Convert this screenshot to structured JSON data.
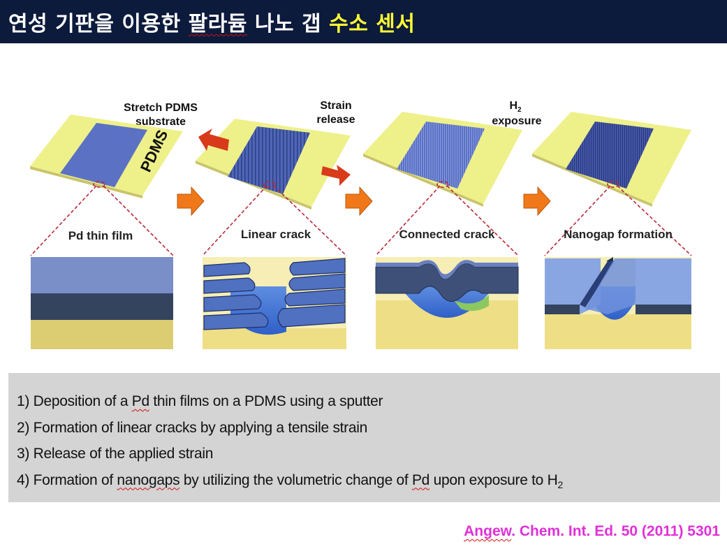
{
  "header": {
    "title_part1": "연성 기판을 이용한 ",
    "title_wavy": "팔라듐",
    "title_part2": " 나노 갭 ",
    "title_highlight": "수소 센서",
    "background": "#0c1a3c",
    "highlight_color": "#ffff33"
  },
  "figure": {
    "labels": {
      "stretch": [
        "Stretch PDMS",
        "substrate"
      ],
      "release": [
        "Strain",
        "release"
      ],
      "h2_main": "H",
      "h2_sub": "2",
      "h2_exposure": "exposure",
      "pdms": "PDMS"
    },
    "stages": [
      {
        "caption": "Pd thin film"
      },
      {
        "caption": "Linear crack"
      },
      {
        "caption": "Connected crack"
      },
      {
        "caption": "Nanogap formation"
      }
    ],
    "colors": {
      "substrate": "#eef08a",
      "pd_film": "#5b72c4",
      "zoom_line": "#b8283c",
      "arrow": "#f07818",
      "red_arrow": "#d83a1a",
      "layer_top": "#7a8ec8",
      "layer_mid": "#34435e",
      "layer_bottom": "#dccd72"
    }
  },
  "steps": {
    "s1_pre": "1) Deposition of a ",
    "s1_wavy": "Pd",
    "s1_post": " thin films on a PDMS using a sputter",
    "s2": "2) Formation of linear cracks by applying a tensile strain",
    "s3": "3) Release of the applied strain",
    "s4_pre": "4) Formation of ",
    "s4_wavy1": "nanogaps",
    "s4_mid": " by utilizing the volumetric change of ",
    "s4_wavy2": "Pd",
    "s4_post": " upon exposure to H",
    "s4_sub": "2"
  },
  "citation": {
    "wavy": "Angew",
    "rest": ". Chem. Int. Ed. 50 (2011) 5301",
    "color": "#e030d8"
  }
}
